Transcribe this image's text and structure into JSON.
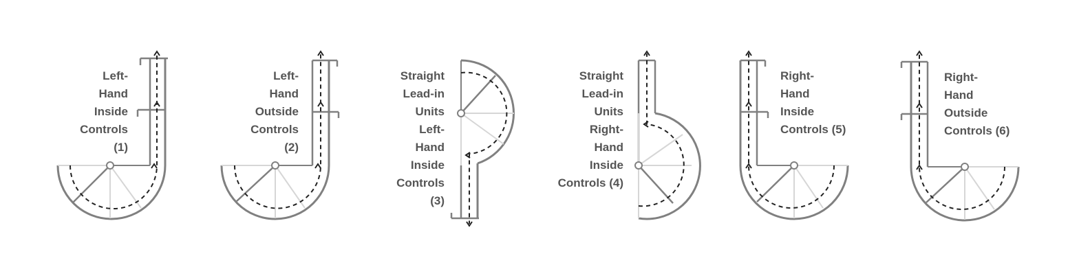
{
  "colors": {
    "outline": "#808080",
    "light_line": "#d6d6d6",
    "dashed_path": "#222222",
    "label_text": "#555555",
    "background": "#ffffff"
  },
  "units": [
    {
      "id": 1,
      "lines": [
        "Left-",
        "Hand",
        "Inside",
        "Controls",
        "(1)"
      ]
    },
    {
      "id": 2,
      "lines": [
        "Left-",
        "Hand",
        "Outside",
        "Controls",
        "(2)"
      ]
    },
    {
      "id": 3,
      "lines": [
        "Straight",
        "Lead-in",
        "Units",
        "Left-",
        "Hand",
        "Inside",
        "Controls",
        "(3)"
      ]
    },
    {
      "id": 4,
      "lines": [
        "Straight",
        "Lead-in",
        "Units",
        "Right-",
        "Hand",
        "Inside",
        "Controls (4)"
      ]
    },
    {
      "id": 5,
      "lines": [
        "Right-",
        "Hand",
        "Inside",
        "Controls (5)"
      ]
    },
    {
      "id": 6,
      "lines": [
        "Right-",
        "Hand",
        "Outside",
        "Controls (6)"
      ]
    }
  ]
}
